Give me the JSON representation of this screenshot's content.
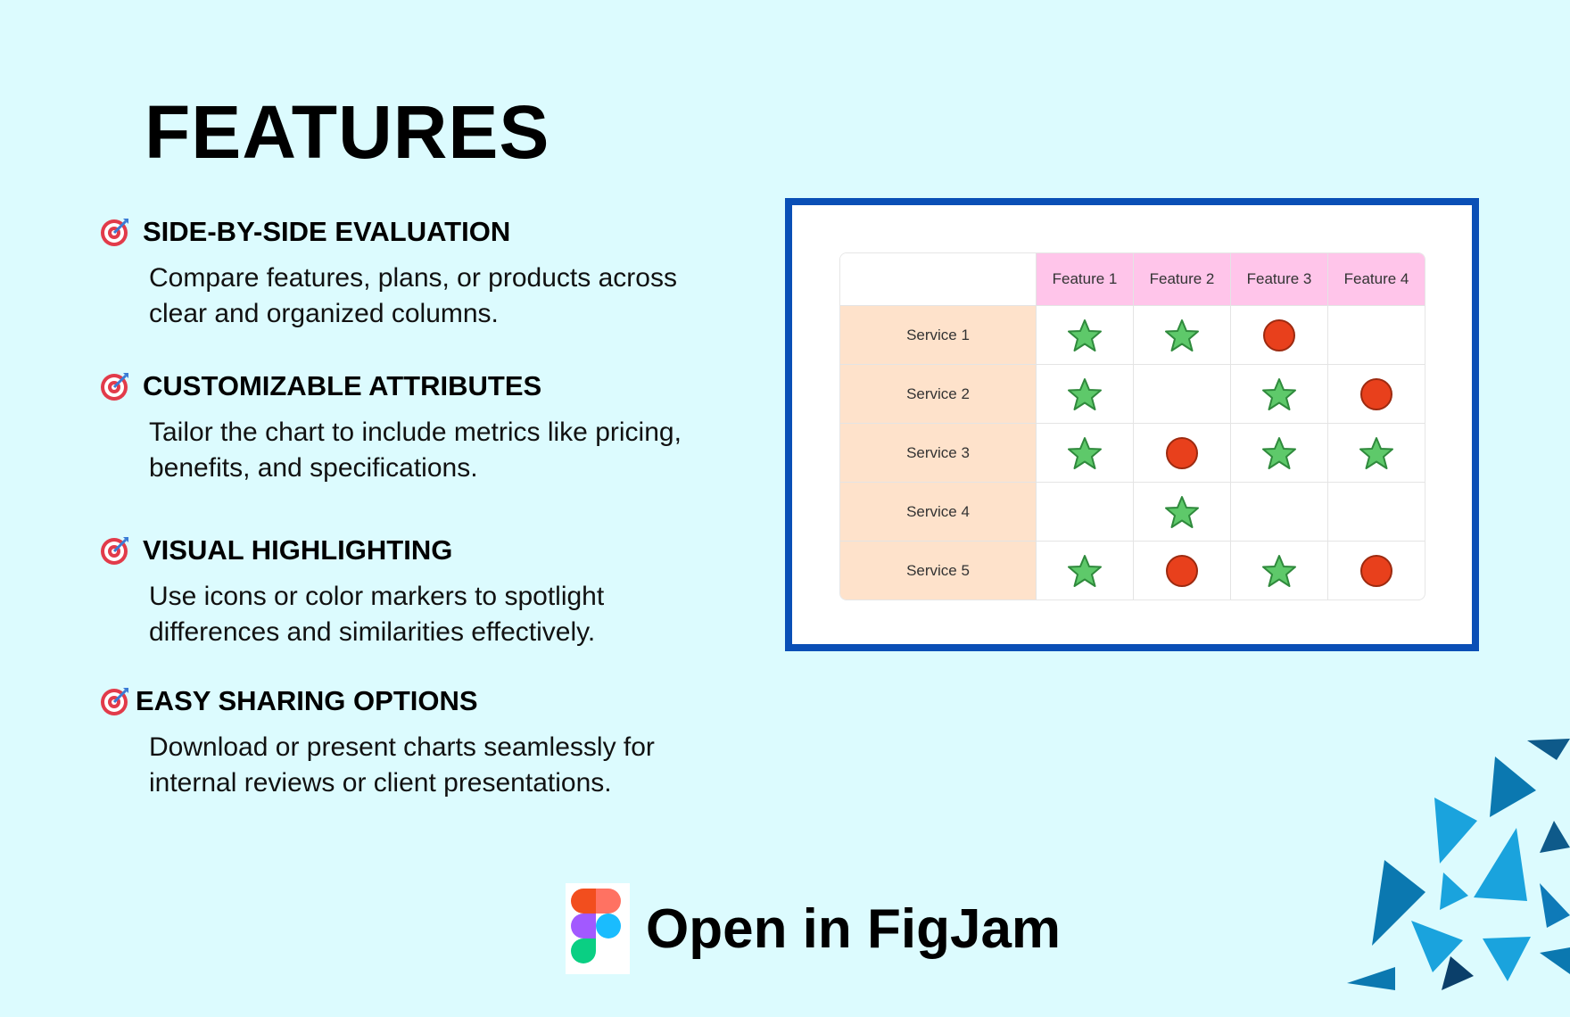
{
  "title": "FEATURES",
  "features": [
    {
      "heading": "SIDE-BY-SIDE EVALUATION",
      "desc_lines": [
        "Compare features, plans, or products across",
        "clear and organized columns."
      ]
    },
    {
      "heading": "CUSTOMIZABLE ATTRIBUTES",
      "desc_lines": [
        "Tailor the chart to include metrics like pricing,",
        "benefits, and specifications."
      ]
    },
    {
      "heading": "VISUAL HIGHLIGHTING",
      "desc_lines": [
        "Use icons or color markers to spotlight",
        "differences and similarities effectively."
      ]
    },
    {
      "heading": "EASY SHARING OPTIONS",
      "desc_lines": [
        "Download or present charts seamlessly for",
        "internal reviews or client presentations."
      ]
    }
  ],
  "matrix": {
    "columns": [
      "Feature 1",
      "Feature 2",
      "Feature 3",
      "Feature 4"
    ],
    "rows": [
      {
        "label": "Service 1",
        "cells": [
          "star",
          "star",
          "circle",
          ""
        ]
      },
      {
        "label": "Service 2",
        "cells": [
          "star",
          "",
          "star",
          "circle"
        ]
      },
      {
        "label": "Service 3",
        "cells": [
          "star",
          "circle",
          "star",
          "star"
        ]
      },
      {
        "label": "Service 4",
        "cells": [
          "",
          "star",
          "",
          ""
        ]
      },
      {
        "label": "Service 5",
        "cells": [
          "star",
          "circle",
          "star",
          "circle"
        ]
      }
    ]
  },
  "cta": {
    "label": "Open in FigJam",
    "icon": "figma-logo-icon"
  },
  "colors": {
    "background": "#dcfbfe",
    "frame_border": "#0a4fb6",
    "header_fill": "#ffc5ea",
    "row_header_fill": "#fee2cb",
    "star": "#5ec96a",
    "circle": "#e8401c"
  }
}
